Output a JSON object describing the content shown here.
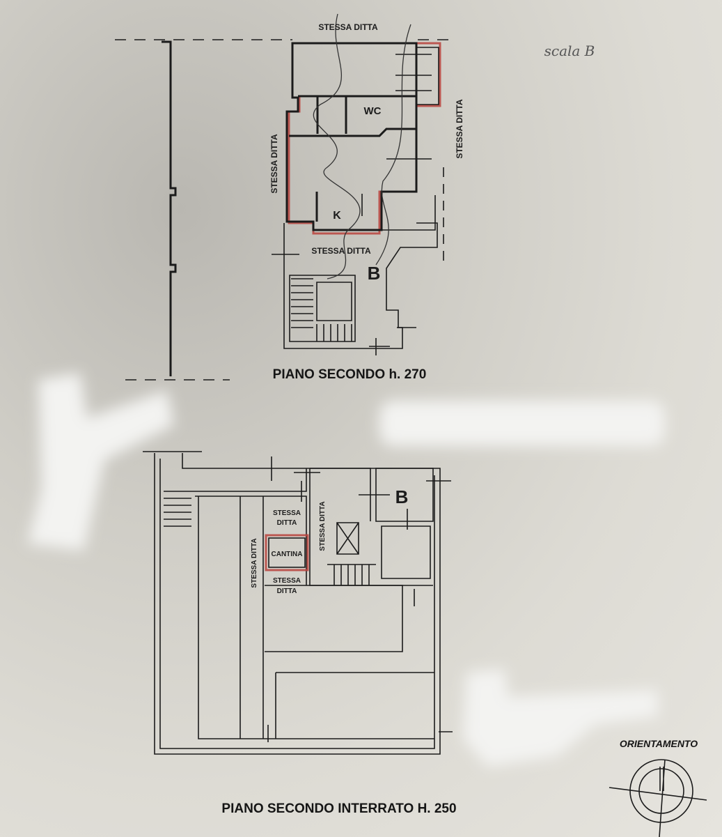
{
  "upper_plan": {
    "label_top": "STESSA DITTA",
    "label_left": "STESSA DITTA",
    "label_right": "STESSA DITTA",
    "label_bottom": "STESSA DITTA",
    "room_wc": "WC",
    "room_k": "K",
    "stair_letter": "B",
    "title": "PIANO SECONDO h. 270"
  },
  "lower_plan": {
    "label_above": [
      "STESSA",
      "DITTA"
    ],
    "label_below": [
      "STESSA",
      "DITTA"
    ],
    "label_left": "STESSA DITTA",
    "label_right": "STESSA DITTA",
    "unit": "CANTINA",
    "stair_letter": "B",
    "title": "PIANO SECONDO INTERRATO H. 250"
  },
  "handwritten_note": "scala B",
  "orientation": {
    "label": "ORIENTAMENTO"
  },
  "colors": {
    "unit_outline": "#b8433d",
    "ink": "#1b1b1b",
    "paper": "#dddbd4"
  }
}
